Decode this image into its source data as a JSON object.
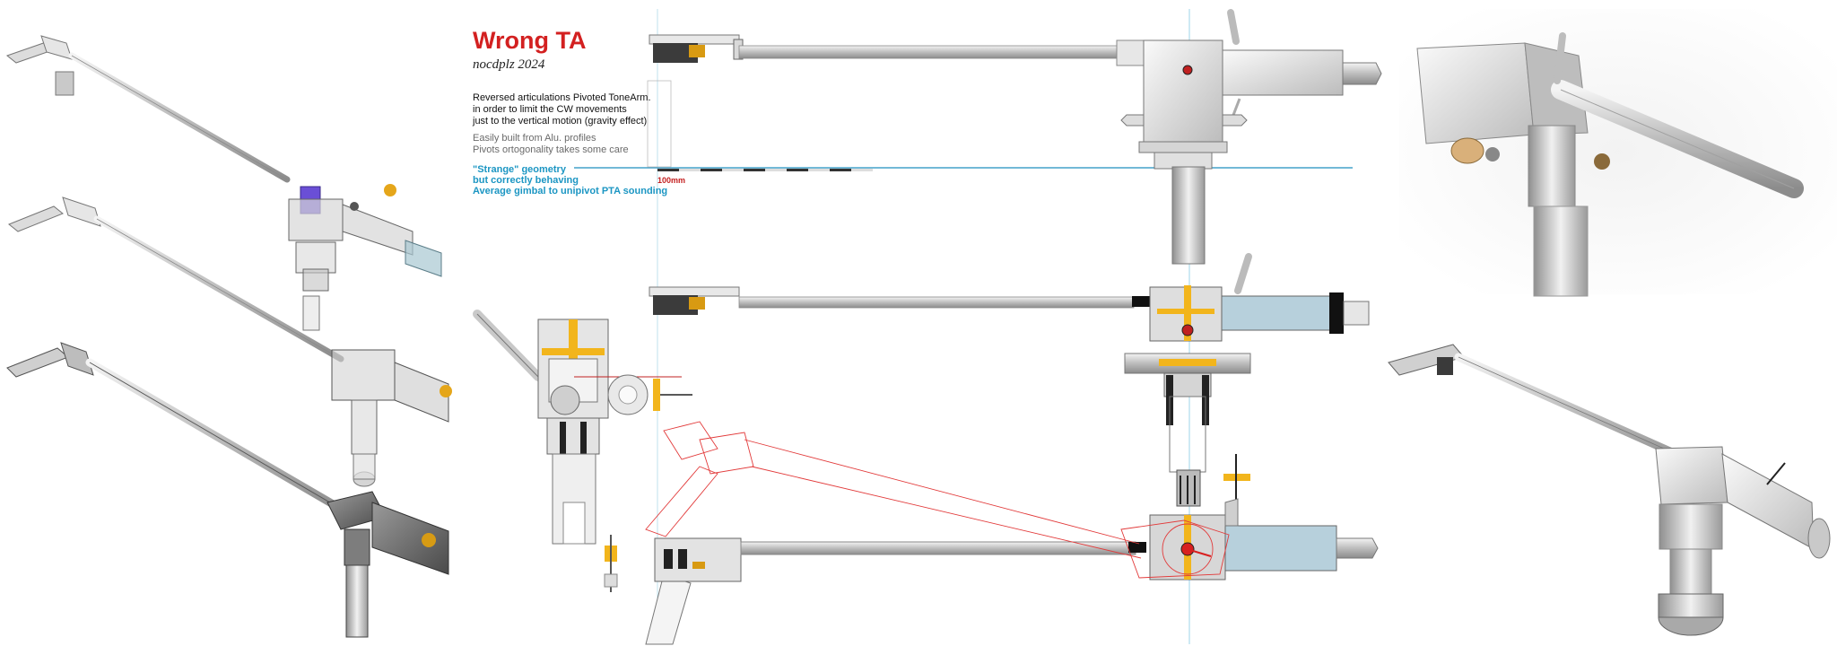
{
  "header": {
    "title": "Wrong TA",
    "author": "nocdplz 2024"
  },
  "description": {
    "lines": [
      "Reversed articulations Pivoted ToneArm.",
      "in order to limit the CW movements",
      "just to the vertical motion (gravity effect)"
    ]
  },
  "notes": {
    "lines": [
      "Easily built from Alu. profiles",
      "Pivots ortogonality takes some care"
    ]
  },
  "remarks": {
    "lines": [
      "\"Strange\" geometry",
      "but correctly behaving",
      "Average gimbal to unipivot PTA sounding"
    ]
  },
  "scale": {
    "label": "100mm"
  },
  "colors": {
    "title": "#d32020",
    "remarks": "#1c96c3",
    "aluminium": "#cfcfcf",
    "counterweight_tube": "#b7d0dc",
    "bearing": "#f2b51c",
    "guide_line": "#1e8fbf",
    "outline_red": "#e23a3a"
  }
}
